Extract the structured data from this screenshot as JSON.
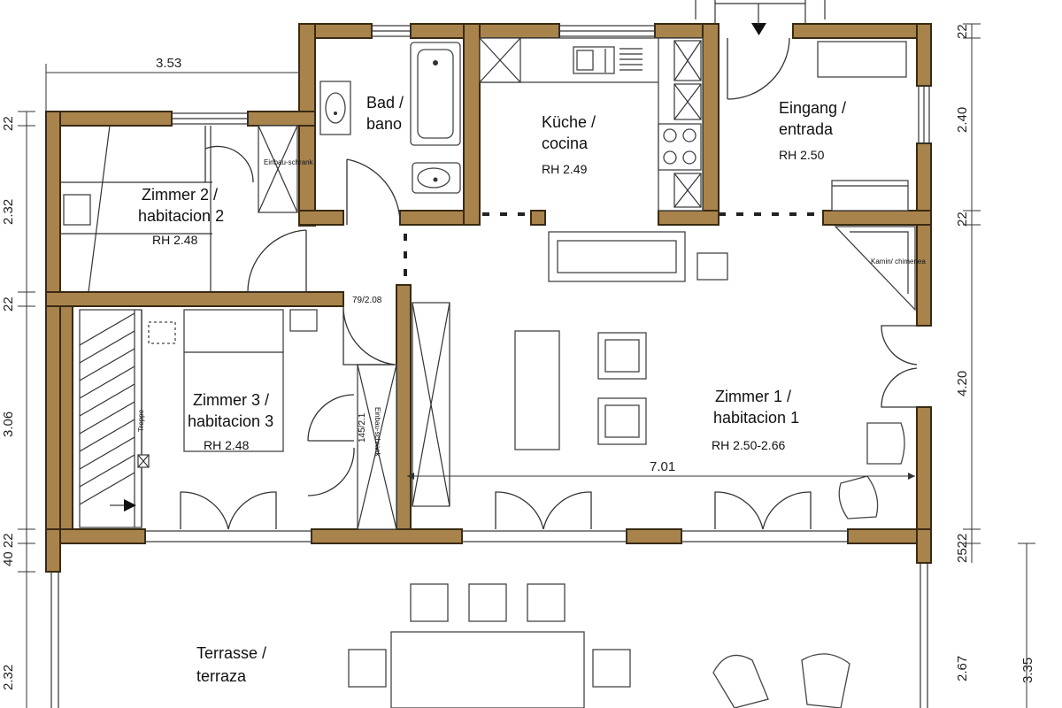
{
  "rooms": {
    "bad": {
      "line1": "Bad /",
      "line2": "bano"
    },
    "kueche": {
      "line1": "Küche /",
      "line2": "cocina",
      "rh": "RH 2.49"
    },
    "eingang": {
      "line1": "Eingang /",
      "line2": "entrada",
      "rh": "RH 2.50"
    },
    "zimmer2": {
      "line1": "Zimmer 2 /",
      "line2": "habitacion 2",
      "rh": "RH 2.48"
    },
    "zimmer3": {
      "line1": "Zimmer 3 /",
      "line2": "habitacion 3",
      "rh": "RH 2.48"
    },
    "zimmer1": {
      "line1": "Zimmer 1 /",
      "line2": "habitacion 1",
      "rh": "RH 2.50-2.66"
    },
    "terrasse": {
      "line1": "Terrasse /",
      "line2": "terraza"
    }
  },
  "small_labels": {
    "schrank2": "Einbau-schrank",
    "schrank3": "Einbau-schrank",
    "kamin": "Kamin/ chimenea",
    "door_79": "79/2.08",
    "door_145": "145/2.1",
    "stair": "Treppe"
  },
  "dimensions": {
    "top_left": "3.53",
    "main": "7.01",
    "r_22a": "22",
    "r_240": "2.40",
    "r_22b": "22",
    "r_420": "4.20",
    "r_2522": "2522",
    "r_267": "2.67",
    "r_335": "3.35",
    "l_22a": "22",
    "l_232a": "2.32",
    "l_22b": "22",
    "l_306": "3.06",
    "l_4022": "40 22",
    "l_232b": "2.32"
  }
}
